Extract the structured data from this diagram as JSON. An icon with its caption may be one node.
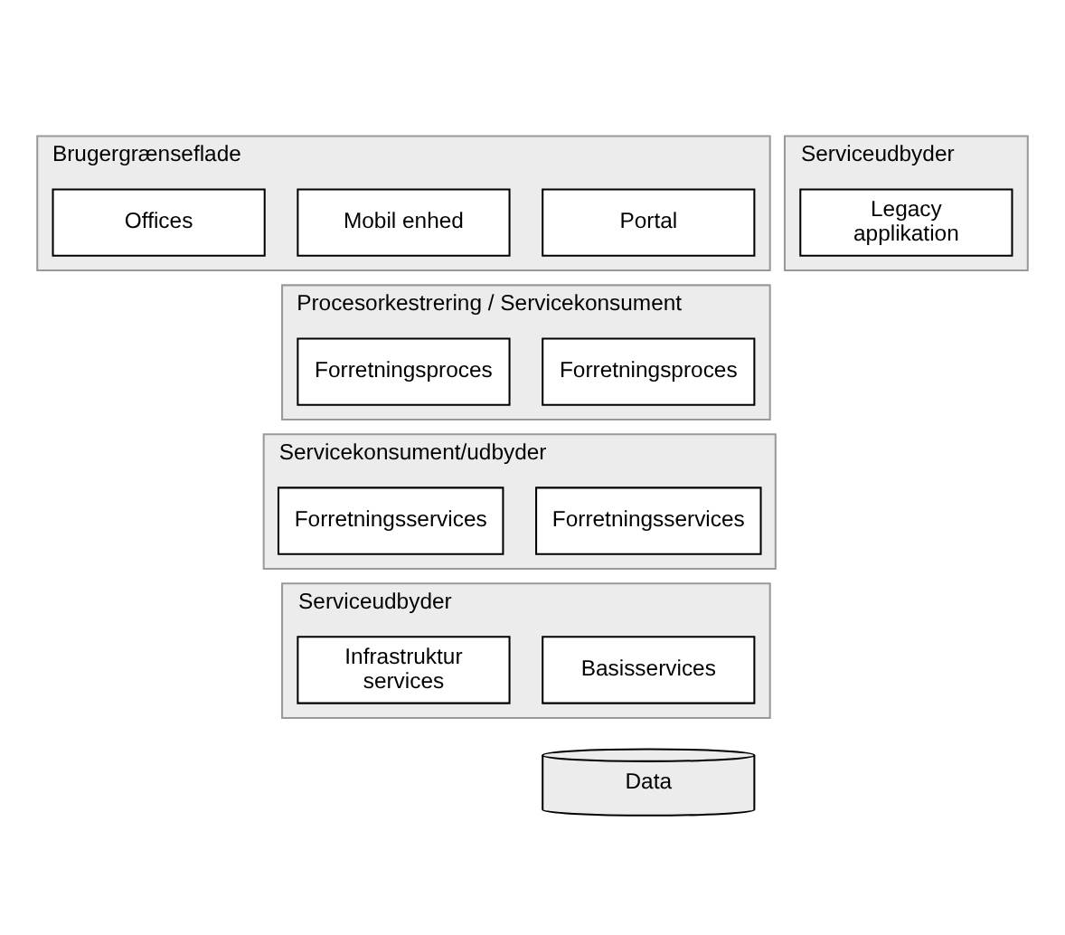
{
  "diagram": {
    "nodes": [
      {
        "text": [
          "Brugergrænseflade"
        ]
      },
      {
        "text": [
          "Portal"
        ],
        "in": 0
      },
      {
        "text": [
          "Mobil enhed"
        ],
        "in": 0
      },
      {
        "text": [
          "Offices"
        ],
        "in": 0
      },
      {
        "text": [
          "Procesorkestrering / Servicekonsument"
        ]
      },
      {
        "text": [
          "Forretningsproces"
        ],
        "in": 4
      },
      {
        "text": [
          "Forretningsproces"
        ],
        "in": 4
      },
      {
        "text": [
          "Servicekonsument/udbyder"
        ]
      },
      {
        "text": [
          "Forretningsservices"
        ],
        "in": 7
      },
      {
        "text": [
          "Forretningsservices"
        ],
        "in": 7
      },
      {
        "text": [
          "Serviceudbyder"
        ]
      },
      {
        "text": [
          "Basisservices"
        ],
        "in": 10
      },
      {
        "text": [
          "Infrastruktur services"
        ],
        "in": 10
      },
      {
        "text": [
          "Data"
        ]
      },
      {
        "text": [
          "Serviceudbyder"
        ]
      },
      {
        "text": [
          "Legacy applikation"
        ],
        "in": 14
      }
    ],
    "edges": []
  }
}
